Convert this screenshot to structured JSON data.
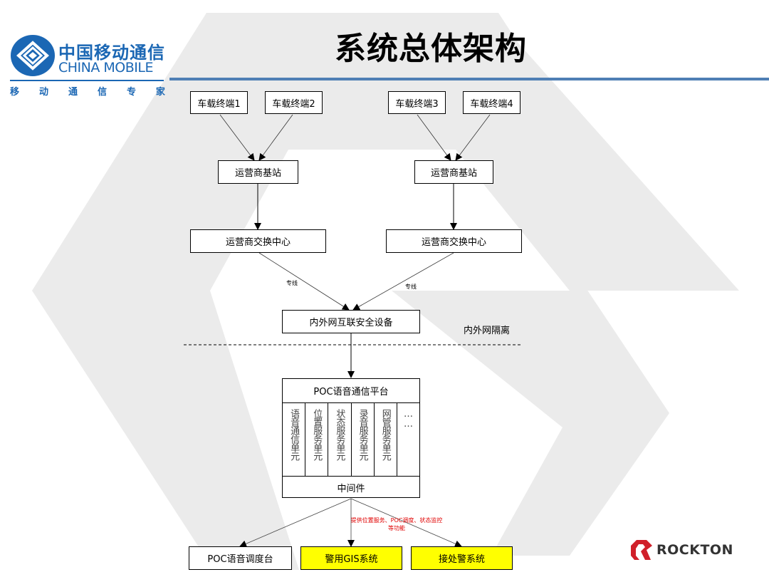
{
  "slide": {
    "title": "系统总体架构",
    "header_line_color": "#4f7fb5"
  },
  "logo": {
    "icon": "china-mobile-logo-icon",
    "cn": "中国移动通信",
    "en": "CHINA MOBILE",
    "slogan": [
      "移",
      "动",
      "通",
      "信",
      "专",
      "家"
    ],
    "color": "#1b67b4"
  },
  "brand": {
    "icon": "rockton-logo-icon",
    "text": "ROCKTON",
    "color": "#d0202a"
  },
  "diagram": {
    "terminals": [
      "车载终端1",
      "车载终端2",
      "车载终端3",
      "车载终端4"
    ],
    "base_stations": [
      "运营商基站",
      "运营商基站"
    ],
    "switch_centers": [
      "运营商交换中心",
      "运营商交换中心"
    ],
    "line_labels": [
      "专线",
      "专线"
    ],
    "security_device": "内外网互联安全设备",
    "isolation_label": "内外网隔离",
    "platform": {
      "title": "POC语音通信平台",
      "units": [
        "语音通信单元",
        "位置服务单元",
        "状态服务单元",
        "录音服务单元",
        "网管服务单元",
        "……"
      ],
      "middleware": "中间件"
    },
    "note": [
      "提供位置服务、POC调度、状态监控",
      "等功能"
    ],
    "note_color": "#e00000",
    "outputs": [
      {
        "label": "POC语音调度台",
        "highlight": false
      },
      {
        "label": "警用GIS系统",
        "highlight": true
      },
      {
        "label": "接处警系统",
        "highlight": true
      }
    ],
    "highlight_color": "#ffff00"
  }
}
